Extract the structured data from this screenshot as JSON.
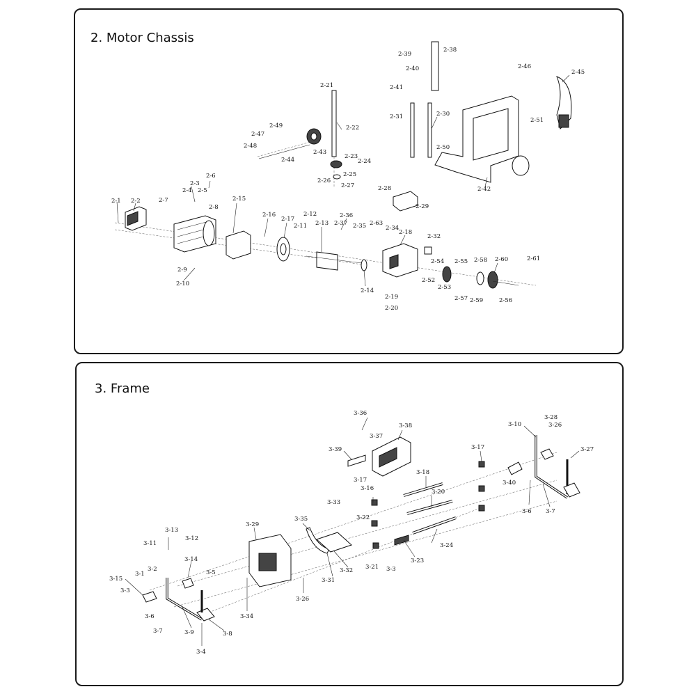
{
  "sections": [
    {
      "id": "motor",
      "title": "2. Motor Chassis"
    },
    {
      "id": "frame",
      "title": "3. Frame"
    }
  ],
  "motor_labels": [
    "2-1",
    "2-2",
    "2-3",
    "2-4",
    "2-5",
    "2-6",
    "2-7",
    "2-8",
    "2-9",
    "2-10",
    "2-11",
    "2-12",
    "2-13",
    "2-14",
    "2-15",
    "2-16",
    "2-17",
    "2-18",
    "2-19",
    "2-20",
    "2-21",
    "2-22",
    "2-23",
    "2-24",
    "2-25",
    "2-26",
    "2-27",
    "2-28",
    "2-29",
    "2-30",
    "2-31",
    "2-32",
    "2-34",
    "2-35",
    "2-36",
    "2-37",
    "2-38",
    "2-39",
    "2-40",
    "2-41",
    "2-42",
    "2-43",
    "2-44",
    "2-45",
    "2-46",
    "2-47",
    "2-48",
    "2-49",
    "2-50",
    "2-51",
    "2-52",
    "2-53",
    "2-54",
    "2-55",
    "2-56",
    "2-57",
    "2-58",
    "2-59",
    "2-60",
    "2-61",
    "2-63"
  ],
  "frame_labels": [
    "3-1",
    "3-2",
    "3-3",
    "3-3",
    "3-4",
    "3-5",
    "3-6",
    "3-6",
    "3-7",
    "3-7",
    "3-8",
    "3-9",
    "3-10",
    "3-11",
    "3-12",
    "3-13",
    "3-14",
    "3-15",
    "3-16",
    "3-17",
    "3-17",
    "3-18",
    "3-20",
    "3-21",
    "3-22",
    "3-23",
    "3-24",
    "3-26",
    "3-26",
    "3-27",
    "3-28",
    "3-29",
    "3-31",
    "3-32",
    "3-33",
    "3-34",
    "3-35",
    "3-36",
    "3-37",
    "3-38",
    "3-39",
    "3-40"
  ]
}
